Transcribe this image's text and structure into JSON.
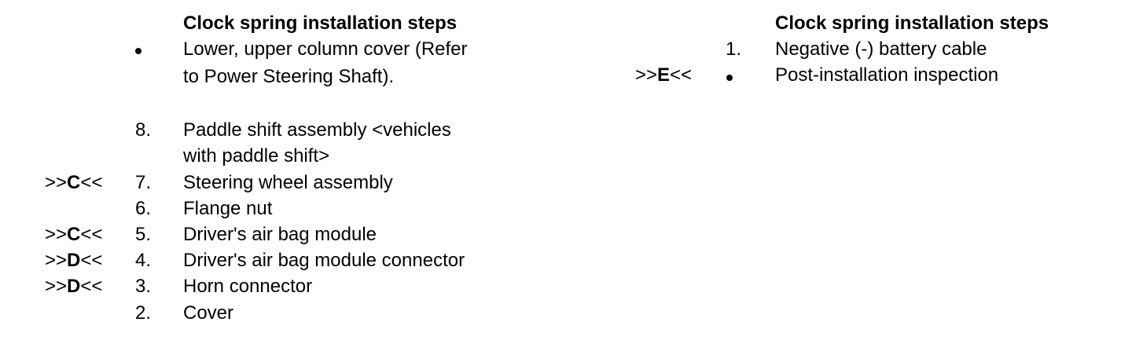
{
  "left": {
    "title": "Clock spring installation steps",
    "rows": [
      {
        "ref": "",
        "ref_letter": "",
        "ref_suffix": "",
        "marker": "bullet",
        "text": "Lower, upper column cover (Refer"
      },
      {
        "ref": "",
        "ref_letter": "",
        "ref_suffix": "",
        "marker": "",
        "text": "to Power Steering Shaft)."
      },
      {
        "ref": "",
        "ref_letter": "",
        "ref_suffix": "",
        "marker": "8.",
        "text": "Paddle shift assembly <vehicles"
      },
      {
        "ref": "",
        "ref_letter": "",
        "ref_suffix": "",
        "marker": "",
        "text": "with paddle shift>"
      },
      {
        "ref": ">>",
        "ref_letter": "C",
        "ref_suffix": "<<",
        "marker": "7.",
        "text": "Steering wheel assembly"
      },
      {
        "ref": "",
        "ref_letter": "",
        "ref_suffix": "",
        "marker": "6.",
        "text": "Flange nut"
      },
      {
        "ref": ">>",
        "ref_letter": "C",
        "ref_suffix": "<<",
        "marker": "5.",
        "text": "Driver's air bag module"
      },
      {
        "ref": ">>",
        "ref_letter": "D",
        "ref_suffix": "<<",
        "marker": "4.",
        "text": "Driver's air bag module connector"
      },
      {
        "ref": ">>",
        "ref_letter": "D",
        "ref_suffix": "<<",
        "marker": "3.",
        "text": "Horn connector"
      },
      {
        "ref": "",
        "ref_letter": "",
        "ref_suffix": "",
        "marker": "2.",
        "text": "Cover"
      }
    ]
  },
  "right": {
    "title": "Clock spring installation steps",
    "rows": [
      {
        "ref": "",
        "ref_letter": "",
        "ref_suffix": "",
        "marker": "1.",
        "text": "Negative (-) battery cable"
      },
      {
        "ref": ">>",
        "ref_letter": "E",
        "ref_suffix": "<<",
        "marker": "bullet",
        "text": "Post-installation inspection"
      }
    ]
  }
}
